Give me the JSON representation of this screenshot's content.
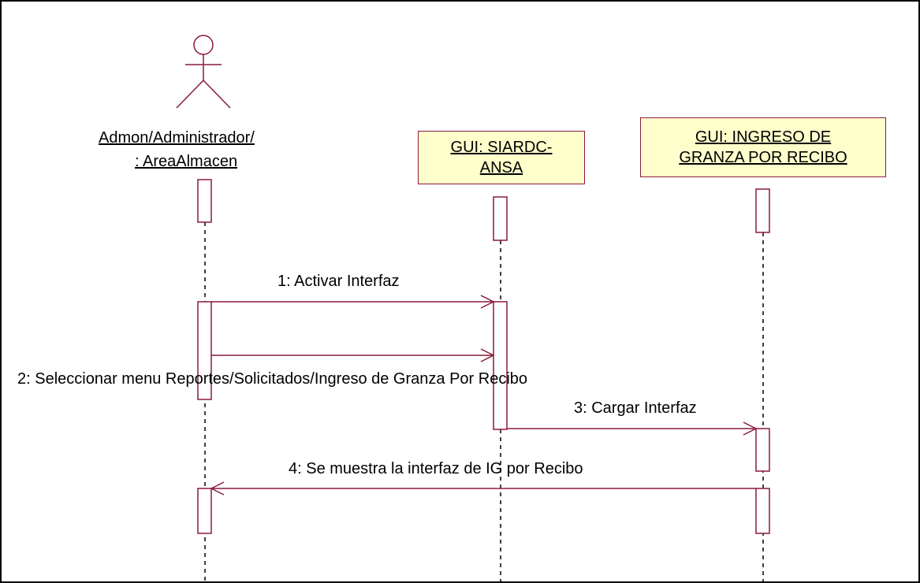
{
  "actor": {
    "line1": "Admon/Administrador/",
    "line2": ": AreaAlmacen"
  },
  "objects": [
    {
      "line1": "GUI: SIARDC-",
      "line2": "ANSA"
    },
    {
      "line1": "GUI: INGRESO DE",
      "line2": "GRANZA POR RECIBO"
    }
  ],
  "messages": [
    {
      "label": "1: Activar Interfaz"
    },
    {
      "label": "2: Seleccionar menu Reportes/Solicitados/Ingreso de Granza Por Recibo"
    },
    {
      "label": "3: Cargar Interfaz"
    },
    {
      "label": "4: Se muestra la interfaz de IG por Recibo"
    }
  ],
  "colors": {
    "line": "#8b1a3a",
    "object_fill": "#ffffcc"
  }
}
